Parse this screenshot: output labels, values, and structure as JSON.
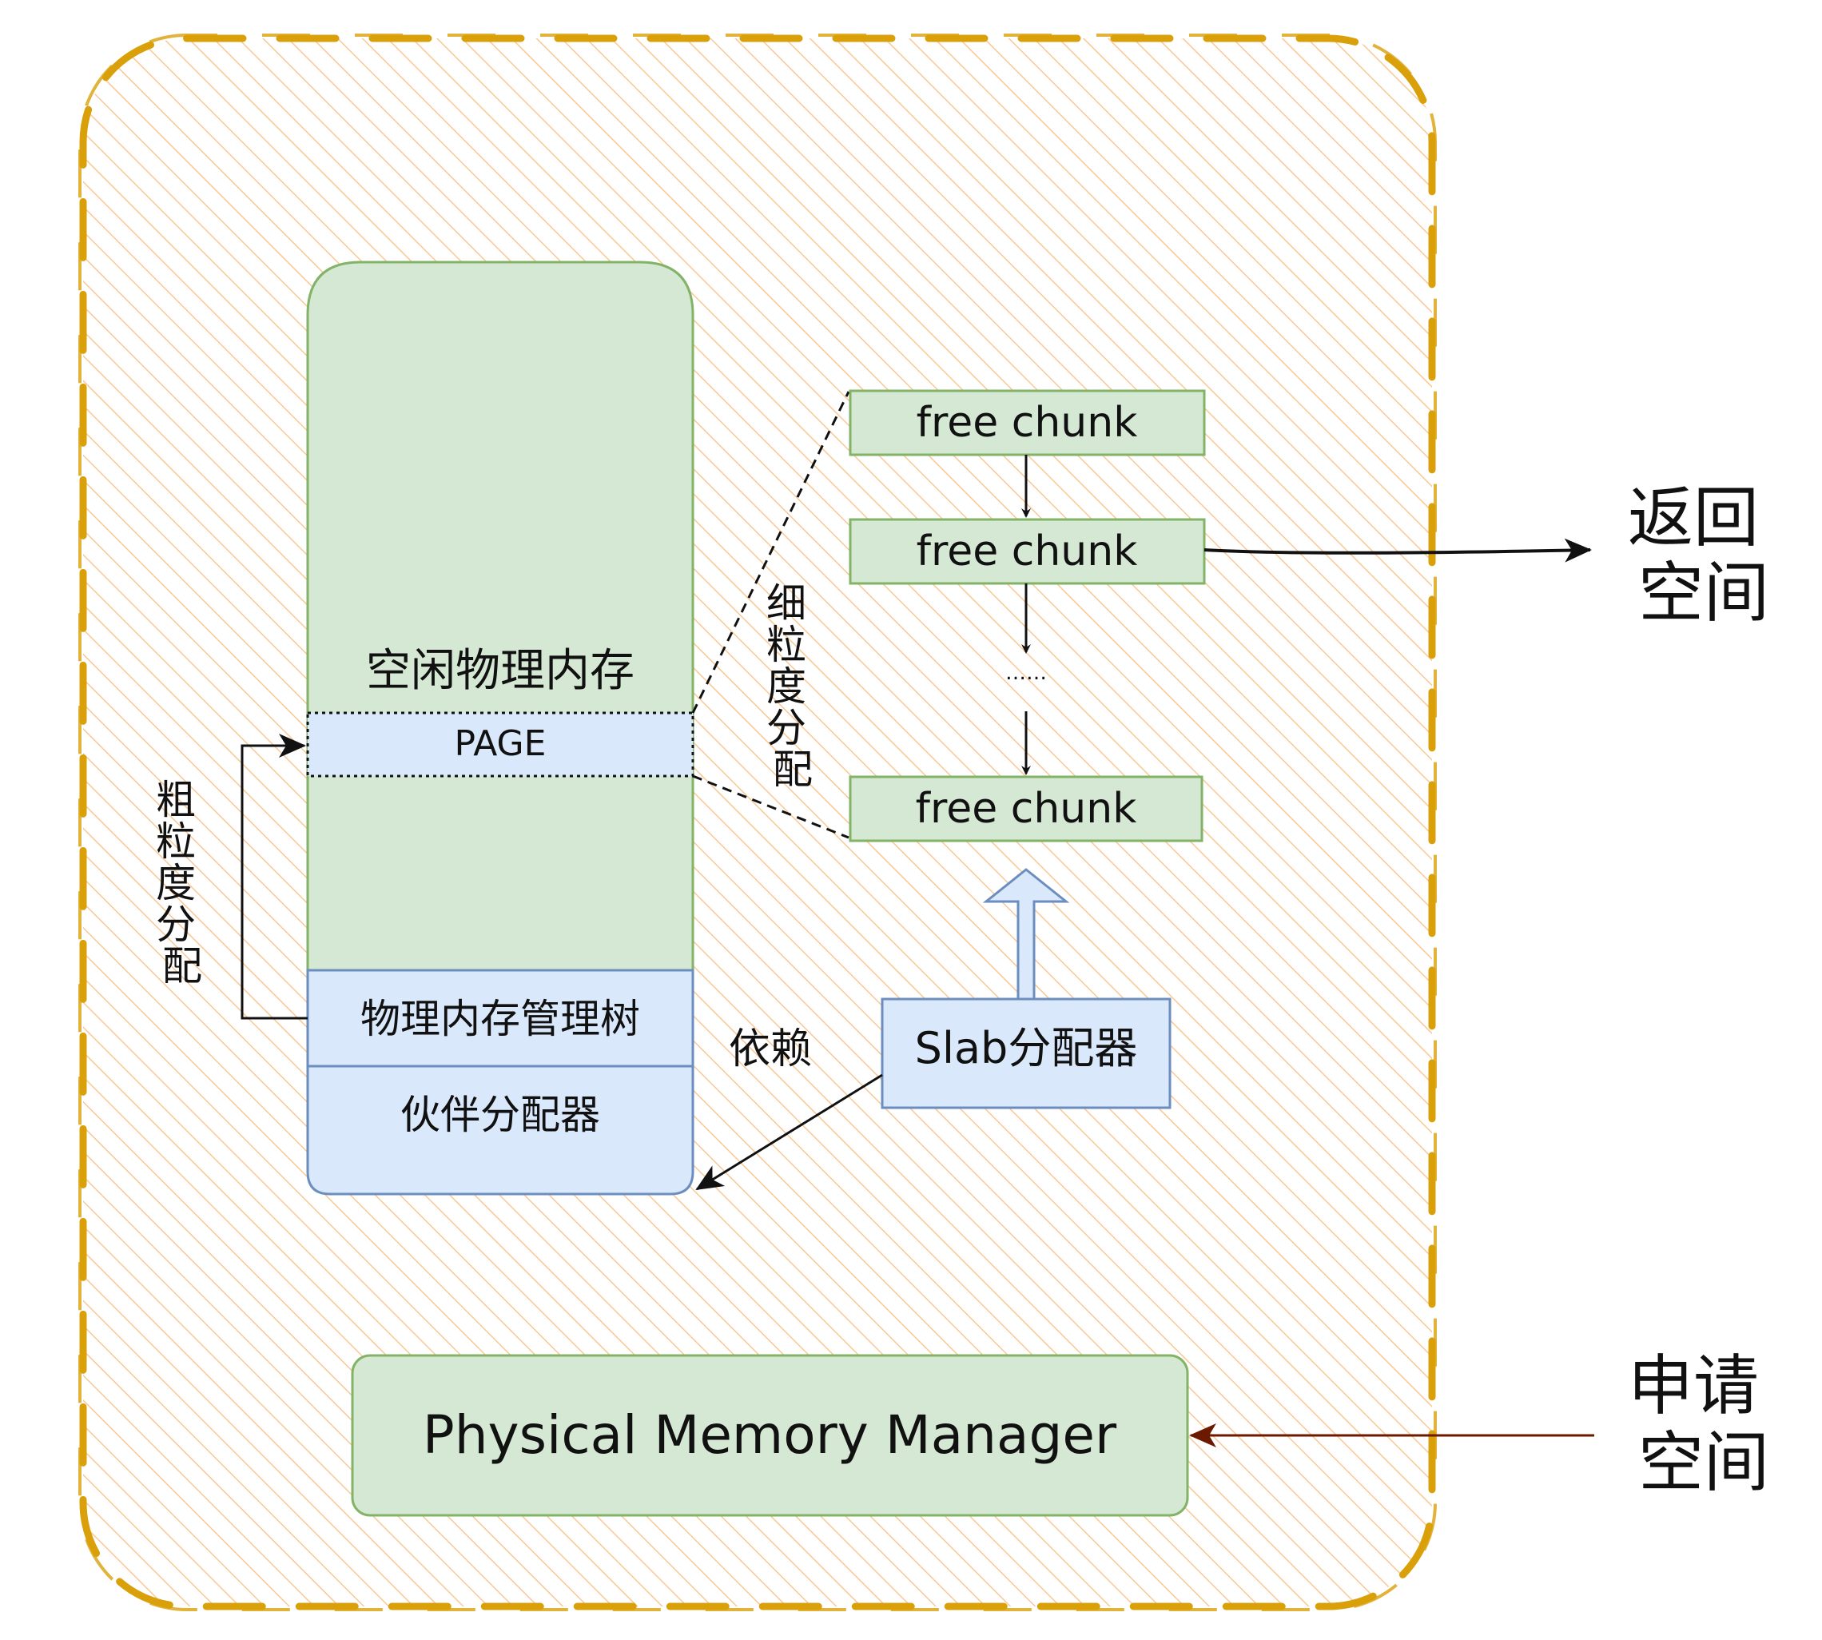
{
  "container": {
    "style": "hachure",
    "hatch_color": "#f8c88c",
    "border_color": "#d9a00a"
  },
  "free_memory_column": {
    "title": "空闲物理内存",
    "page_label": "PAGE",
    "tree_label": "物理内存管理树",
    "buddy_label": "伙伴分配器",
    "fill": "#d5e8d4",
    "stroke": "#82b366",
    "blue_fill": "#dae8fc",
    "blue_stroke": "#6c8ebf"
  },
  "coarse_label": "粗粒度分配",
  "fine_label": "细粒度分配",
  "dependency_label": "依赖",
  "chunks": [
    "free chunk",
    "free chunk",
    "free chunk"
  ],
  "ellipsis": "……",
  "slab": {
    "label": "Slab分配器"
  },
  "pmm": {
    "label": "Physical Memory Manager"
  },
  "return_label": [
    "返回",
    "空间"
  ],
  "request_label": [
    "申请",
    "空间"
  ],
  "request_arrow_color": "#6b1a00"
}
